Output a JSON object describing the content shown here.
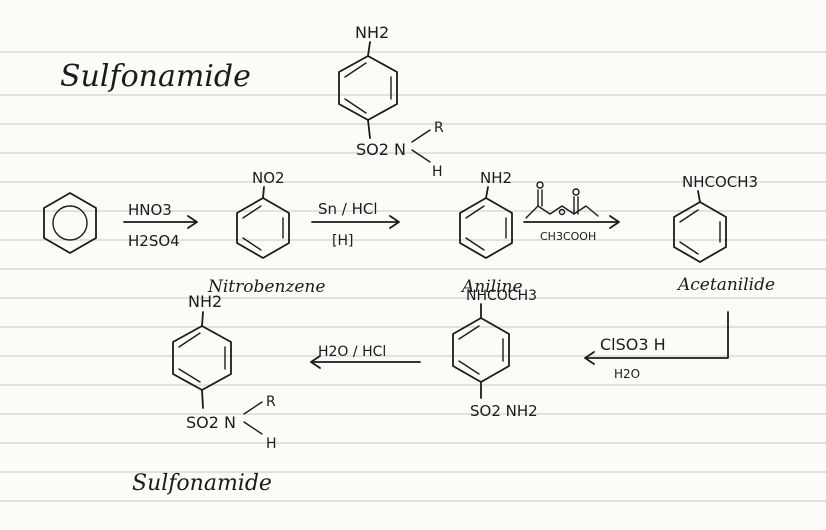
{
  "page": {
    "title": "Sulfonamide",
    "final_label": "Sulfonamide"
  },
  "structures": {
    "top": {
      "top_group": "NH2",
      "bottom_group": "SO2 N",
      "sub_R": "R",
      "sub_H": "H"
    },
    "nitro": {
      "top_group": "NO2",
      "name": "Nitrobenzene"
    },
    "aniline": {
      "top_group": "NH2",
      "name": "Aniline"
    },
    "acetanilide": {
      "top_group": "NHCOCH3",
      "name": "Acetanilide"
    },
    "sulfonamide_intermediate": {
      "top_group": "NHCOCH3",
      "bottom_group": "SO2 NH2"
    },
    "final": {
      "top_group": "NH2",
      "bottom_group": "SO2 N",
      "sub_R": "R",
      "sub_H": "H"
    }
  },
  "reactions": {
    "step1": {
      "above": "HNO3",
      "below": "H2SO4"
    },
    "step2": {
      "above": "Sn / HCl",
      "below": "[H]"
    },
    "step3": {
      "below": "CH3COOH"
    },
    "step4": {
      "above": "ClSO3 H",
      "below": "H2O"
    },
    "step5": {
      "above": "H2O / HCl"
    }
  }
}
